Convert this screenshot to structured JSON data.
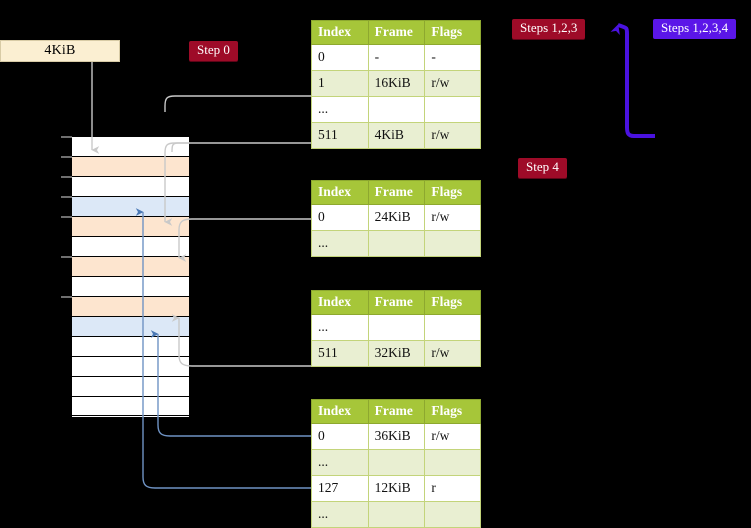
{
  "title": "Multi-level page table walk diagram",
  "source_box": {
    "label": "4KiB"
  },
  "badges": {
    "step0": "Step 0",
    "step4": "Step 4",
    "steps_123": "Steps 1,2,3",
    "steps_1234": "Steps 1,2,3,4"
  },
  "colors": {
    "badge_red": "#9e0b28",
    "badge_blue": "#5b16e8",
    "table_header": "#a6c639",
    "table_alt_row": "#e9efd2",
    "table_highlight": "#f8f5a8",
    "memory_orange": "#fde5cf",
    "memory_blue": "#dce8f7",
    "source_box": "#fbefd2",
    "wire_gray": "#c9c9c9",
    "wire_blue": "#6f93c4",
    "background": "#000000"
  },
  "tables": [
    {
      "name": "page-table-level-0",
      "headers": [
        "Index",
        "Frame",
        "Flags"
      ],
      "rows": [
        {
          "cells": [
            "0",
            "-",
            "-"
          ],
          "alt": false,
          "highlight": false
        },
        {
          "cells": [
            "1",
            "16KiB",
            "r/w"
          ],
          "alt": true,
          "highlight": false
        },
        {
          "cells": [
            "...",
            "",
            ""
          ],
          "alt": false,
          "highlight": false
        },
        {
          "cells": [
            "511",
            "4KiB",
            "r/w"
          ],
          "alt": true,
          "highlight": true
        }
      ]
    },
    {
      "name": "page-table-level-1",
      "headers": [
        "Index",
        "Frame",
        "Flags"
      ],
      "rows": [
        {
          "cells": [
            "0",
            "24KiB",
            "r/w"
          ],
          "alt": false,
          "highlight": false
        },
        {
          "cells": [
            "...",
            "",
            ""
          ],
          "alt": true,
          "highlight": false
        }
      ]
    },
    {
      "name": "page-table-level-2",
      "headers": [
        "Index",
        "Frame",
        "Flags"
      ],
      "rows": [
        {
          "cells": [
            "...",
            "",
            ""
          ],
          "alt": false,
          "highlight": false
        },
        {
          "cells": [
            "511",
            "32KiB",
            "r/w"
          ],
          "alt": true,
          "highlight": false
        }
      ]
    },
    {
      "name": "page-table-level-3",
      "headers": [
        "Index",
        "Frame",
        "Flags"
      ],
      "rows": [
        {
          "cells": [
            "0",
            "36KiB",
            "r/w"
          ],
          "alt": false,
          "highlight": false
        },
        {
          "cells": [
            "...",
            "",
            ""
          ],
          "alt": true,
          "highlight": false
        },
        {
          "cells": [
            "127",
            "12KiB",
            "r"
          ],
          "alt": false,
          "highlight": false
        },
        {
          "cells": [
            "...",
            "",
            ""
          ],
          "alt": true,
          "highlight": false
        }
      ]
    }
  ],
  "memory_grid": {
    "name": "physical-memory-frames",
    "rows": [
      {
        "fill": "plain"
      },
      {
        "fill": "orange"
      },
      {
        "fill": "plain"
      },
      {
        "fill": "blue"
      },
      {
        "fill": "orange"
      },
      {
        "fill": "plain"
      },
      {
        "fill": "orange"
      },
      {
        "fill": "plain"
      },
      {
        "fill": "orange"
      },
      {
        "fill": "blue"
      },
      {
        "fill": "plain"
      },
      {
        "fill": "plain"
      },
      {
        "fill": "plain"
      },
      {
        "fill": "plain"
      }
    ],
    "tick_rows": [
      0,
      1,
      2,
      3,
      4,
      6,
      8
    ]
  }
}
